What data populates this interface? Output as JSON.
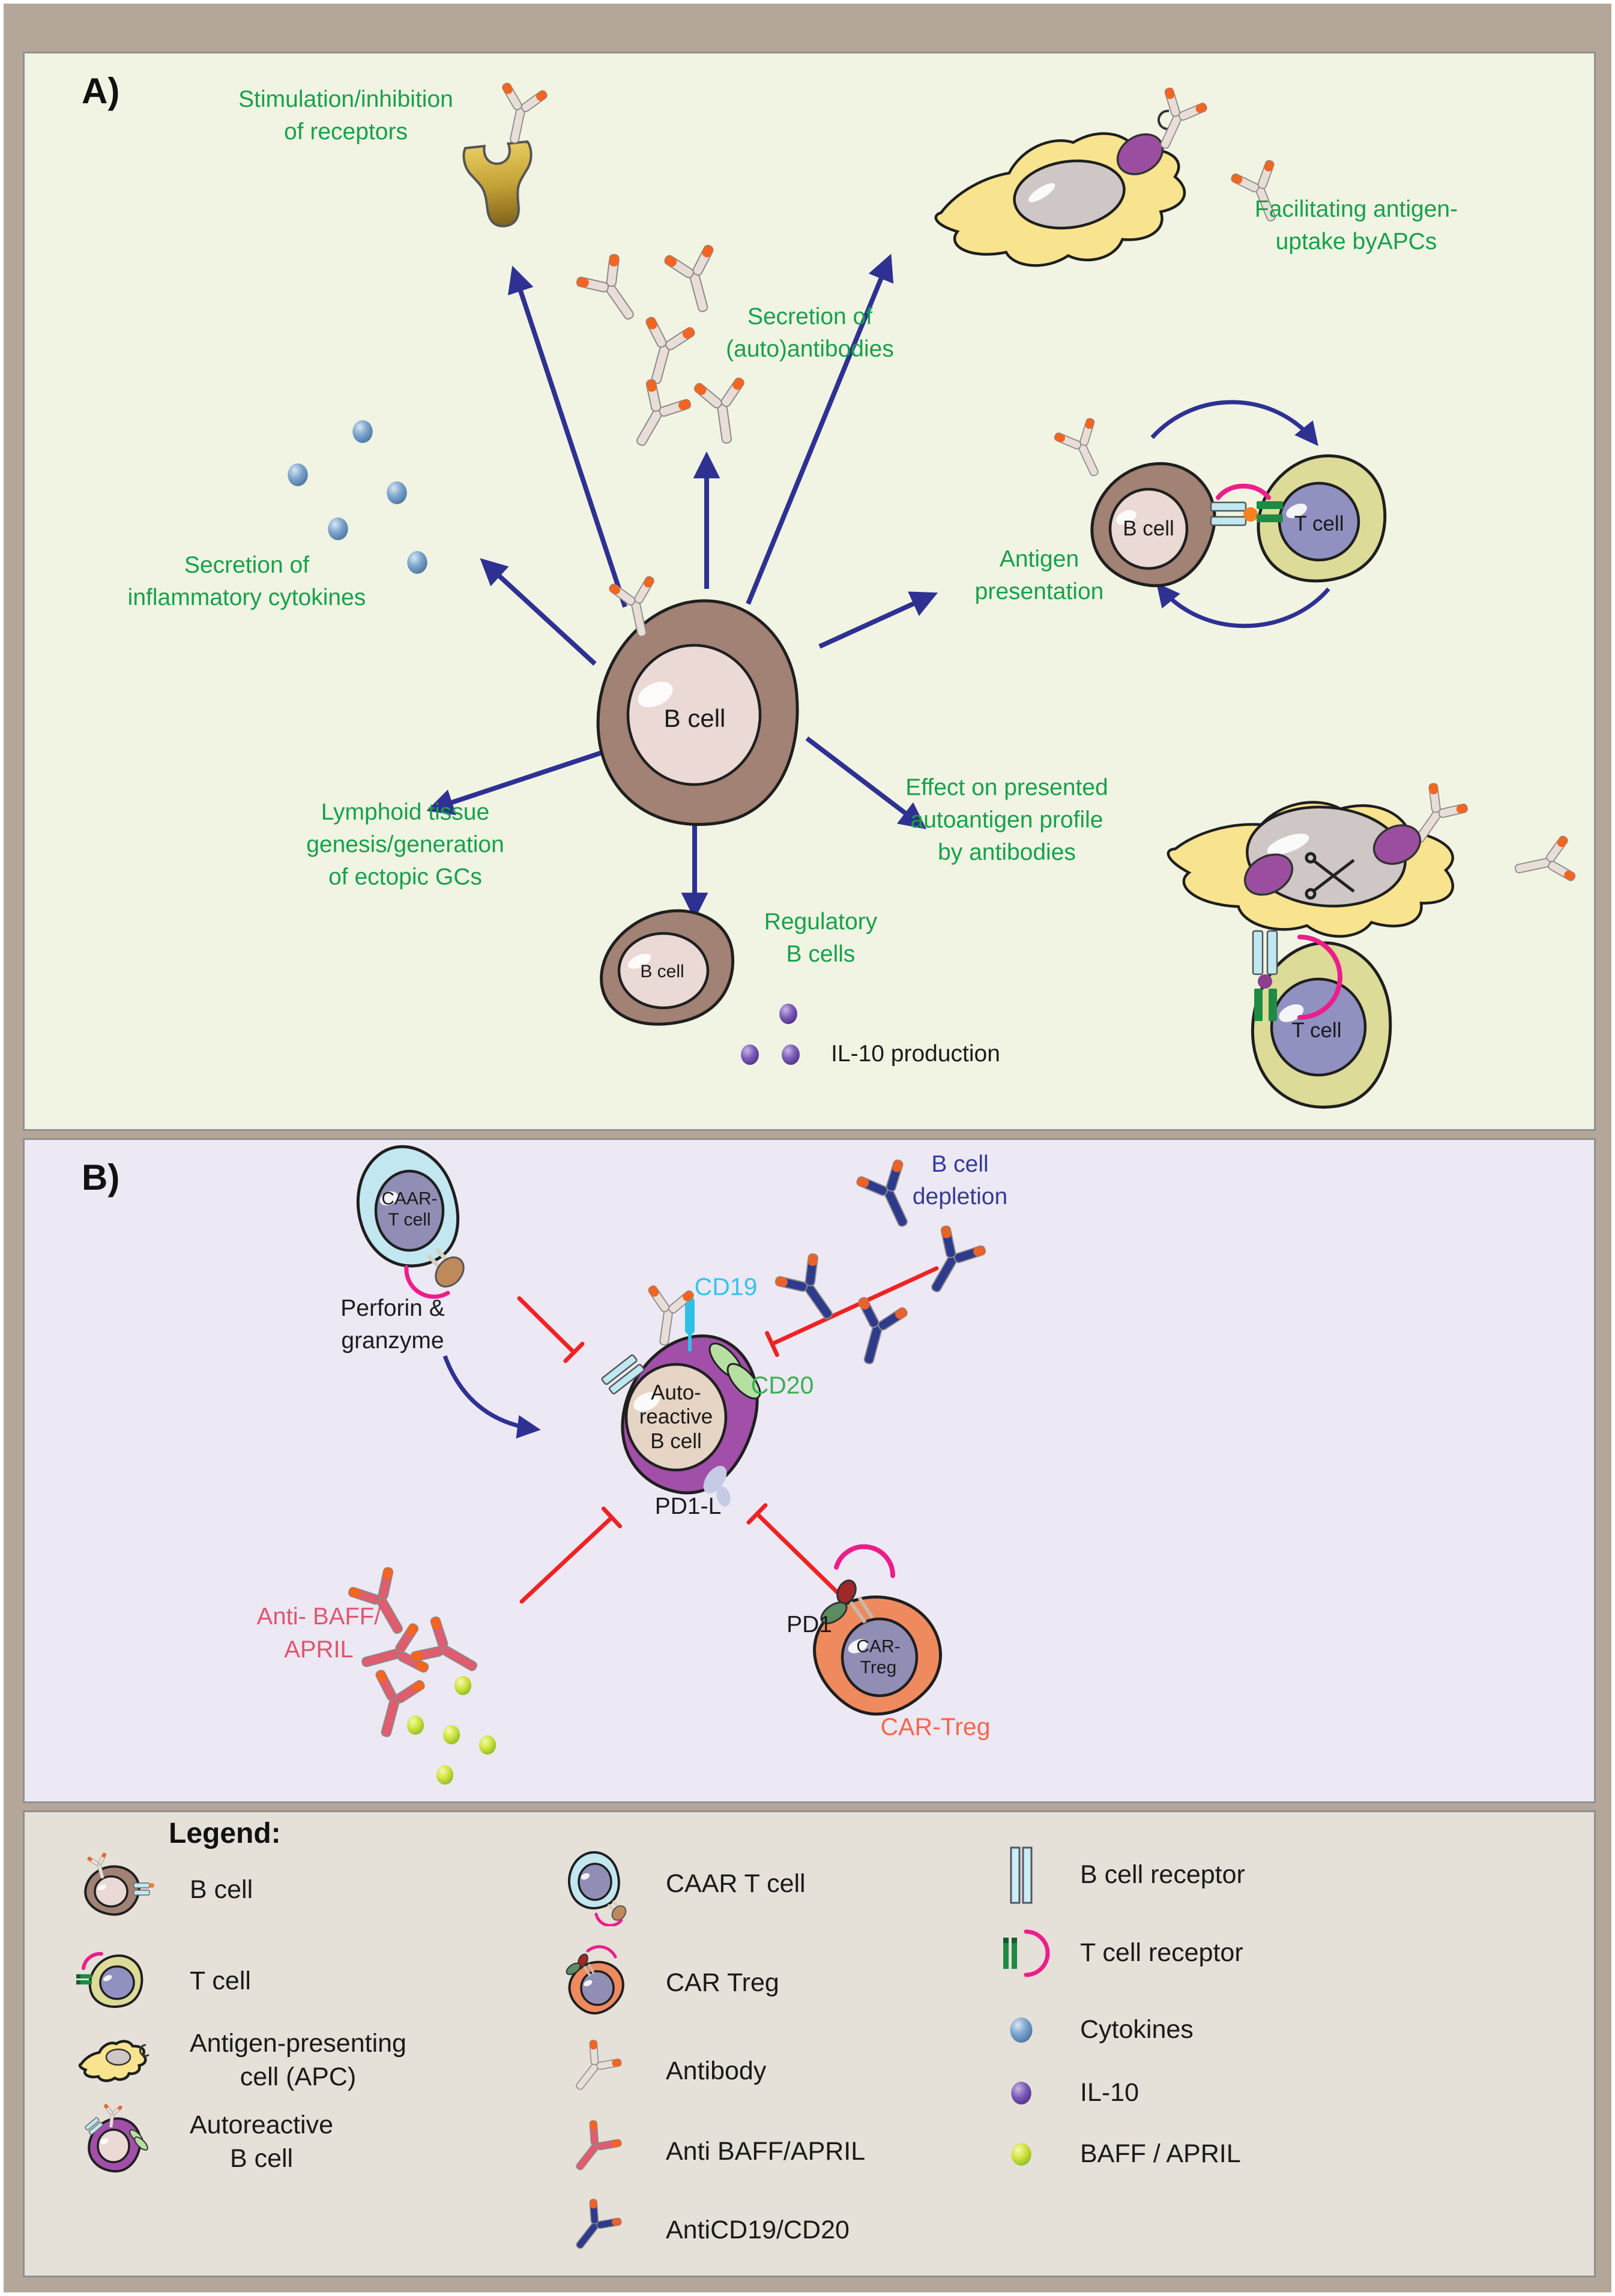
{
  "colors": {
    "panel_a_bg": "#f1f4e3",
    "panel_b_bg": "#ece8f4",
    "legend_bg": "#e5e0d8",
    "frame": "#b4a79a",
    "green_label": "#17a14b",
    "arrow_blue": "#2e3192",
    "inhibit_red": "#ee2324",
    "navy_label": "#353c96",
    "cd19_cyan": "#35c4ea",
    "cd20_green": "#3cb054",
    "pink_label": "#df5670",
    "orange_label": "#f2684c",
    "text_black": "#1c1c1c"
  },
  "panel_a": {
    "label": "A)",
    "annotations": {
      "stimulation": "Stimulation/inhibition\nof receptors",
      "facilitating": "Facilitating antigen-\nuptake byAPCs",
      "secretion_antibodies": "Secretion of\n(auto)antibodies",
      "secretion_cytokines": "Secretion of\ninflammatory cytokines",
      "antigen_presentation": "Antigen\npresentation",
      "lymphoid": "Lymphoid tissue\ngenesis/generation\nof ectopic GCs",
      "effect": "Effect on presented\nautoantigen profile\nby antibodies",
      "regulatory": "Regulatory\nB cells",
      "il10": "IL-10 production"
    },
    "cells": {
      "central_b_cell": "B cell",
      "presenting_b_cell": "B cell",
      "presented_t_cell": "T cell",
      "effect_t_cell": "T cell",
      "regulatory_b_cell": "B cell"
    }
  },
  "panel_b": {
    "label": "B)",
    "cells": {
      "caar_t_cell": "CAAR-\nT cell",
      "autoreactive_b_cell": "Auto-\nreactive\nB cell",
      "car_treg_cell": "CAR-\nTreg"
    },
    "annotations": {
      "perforin": "Perforin &\ngranzyme",
      "b_cell_depletion": "B cell\ndepletion",
      "cd19": "CD19",
      "cd20": "CD20",
      "pd1_l": "PD1-L",
      "anti_baff": "Anti- BAFF/\nAPRIL",
      "pd1": "PD1",
      "car_treg": "CAR-Treg"
    }
  },
  "legend": {
    "title": "Legend:",
    "col1": [
      {
        "icon": "b-cell-icon",
        "label": "B cell"
      },
      {
        "icon": "t-cell-icon",
        "label": "T cell"
      },
      {
        "icon": "apc-icon",
        "label": "Antigen-presenting\ncell (APC)"
      },
      {
        "icon": "autoreactive-b-cell-icon",
        "label": "Autoreactive\nB cell"
      }
    ],
    "col2": [
      {
        "icon": "caar-t-cell-icon",
        "label": "CAAR T cell"
      },
      {
        "icon": "car-treg-icon",
        "label": "CAR Treg"
      },
      {
        "icon": "antibody-icon",
        "label": "Antibody"
      },
      {
        "icon": "anti-baff-april-icon",
        "label": "Anti BAFF/APRIL"
      },
      {
        "icon": "anti-cd19-cd20-icon",
        "label": "AntiCD19/CD20"
      }
    ],
    "col3": [
      {
        "icon": "b-cell-receptor-icon",
        "label": "B cell receptor"
      },
      {
        "icon": "t-cell-receptor-icon",
        "label": "T cell receptor"
      },
      {
        "icon": "cytokines-icon",
        "label": "Cytokines"
      },
      {
        "icon": "il-10-icon",
        "label": "IL-10"
      },
      {
        "icon": "baff-april-icon",
        "label": "BAFF / APRIL"
      }
    ]
  }
}
